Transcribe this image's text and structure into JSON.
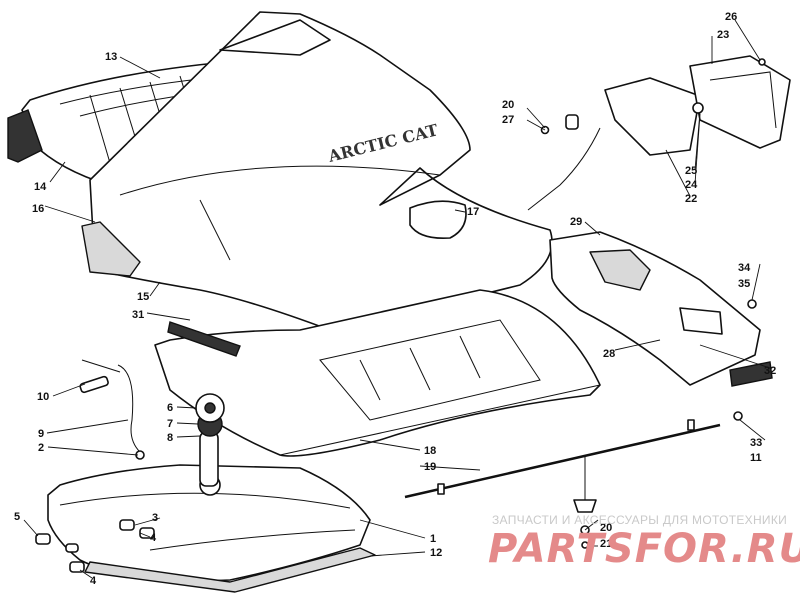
{
  "callouts": [
    {
      "id": "c1",
      "text": "1"
    },
    {
      "id": "c2",
      "text": "2"
    },
    {
      "id": "c3",
      "text": "3"
    },
    {
      "id": "c4a",
      "text": "4"
    },
    {
      "id": "c4b",
      "text": "4"
    },
    {
      "id": "c5",
      "text": "5"
    },
    {
      "id": "c6",
      "text": "6"
    },
    {
      "id": "c7",
      "text": "7"
    },
    {
      "id": "c8",
      "text": "8"
    },
    {
      "id": "c9",
      "text": "9"
    },
    {
      "id": "c10",
      "text": "10"
    },
    {
      "id": "c11",
      "text": "11"
    },
    {
      "id": "c12",
      "text": "12"
    },
    {
      "id": "c13",
      "text": "13"
    },
    {
      "id": "c14",
      "text": "14"
    },
    {
      "id": "c15",
      "text": "15"
    },
    {
      "id": "c16",
      "text": "16"
    },
    {
      "id": "c17",
      "text": "17"
    },
    {
      "id": "c18",
      "text": "18"
    },
    {
      "id": "c19",
      "text": "19"
    },
    {
      "id": "c20a",
      "text": "20"
    },
    {
      "id": "c20b",
      "text": "20"
    },
    {
      "id": "c21",
      "text": "21"
    },
    {
      "id": "c22",
      "text": "22"
    },
    {
      "id": "c23",
      "text": "23"
    },
    {
      "id": "c24",
      "text": "24"
    },
    {
      "id": "c25",
      "text": "25"
    },
    {
      "id": "c26",
      "text": "26"
    },
    {
      "id": "c27",
      "text": "27"
    },
    {
      "id": "c28",
      "text": "28"
    },
    {
      "id": "c29",
      "text": "29"
    },
    {
      "id": "c31",
      "text": "31"
    },
    {
      "id": "c32",
      "text": "32"
    },
    {
      "id": "c33",
      "text": "33"
    },
    {
      "id": "c34",
      "text": "34"
    },
    {
      "id": "c35",
      "text": "35"
    }
  ],
  "brand_decal": "ARCTIC CAT",
  "watermark": {
    "tagline": "ЗАПЧАСТИ И АКСЕССУАРЫ ДЛЯ МОТОТЕХНИКИ",
    "logo": "PARTSFOR.RU"
  },
  "colors": {
    "ink": "#111111",
    "watermark_logo": "#e48a8a",
    "watermark_text": "#c9c9c9"
  }
}
